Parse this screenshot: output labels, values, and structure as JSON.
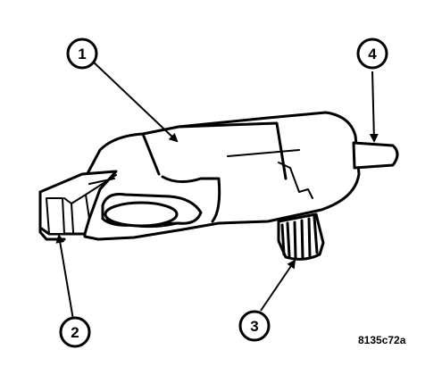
{
  "figure": {
    "callouts": [
      {
        "id": "1",
        "label": "1"
      },
      {
        "id": "2",
        "label": "2"
      },
      {
        "id": "3",
        "label": "3"
      },
      {
        "id": "4",
        "label": "4"
      }
    ],
    "figure_id": "8135c72a"
  },
  "colors": {
    "line": "#000000",
    "background": "#ffffff"
  }
}
